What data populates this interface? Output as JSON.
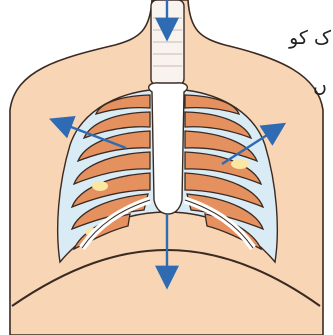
{
  "text": {
    "line1": "ک کو",
    "line2": "ں"
  },
  "colors": {
    "skin": "#f7d5b5",
    "outline": "#3a2a22",
    "rib_fill": "#e5915f",
    "bone": "#ffffff",
    "cavity": "#d9ecf5",
    "highlight": "#fbe7a1",
    "arrow": "#2f6bb3"
  },
  "icons": [
    "down-arrow-trachea",
    "arrow-up-left",
    "arrow-up-right",
    "arrow-down-diaphragm"
  ]
}
